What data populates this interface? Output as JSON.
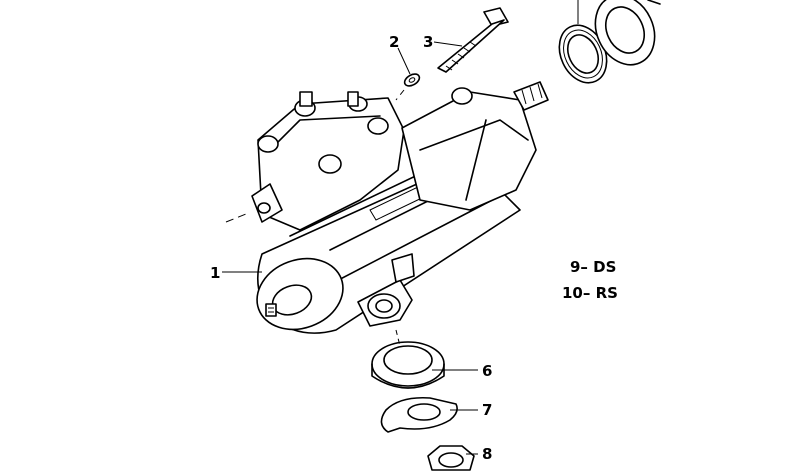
{
  "callouts": [
    {
      "id": "1",
      "label": "1",
      "part": "steering-box"
    },
    {
      "id": "2",
      "label": "2",
      "part": "washer"
    },
    {
      "id": "3",
      "label": "3",
      "part": "bolt"
    },
    {
      "id": "6",
      "label": "6",
      "part": "shaft-seal"
    },
    {
      "id": "7",
      "label": "7",
      "part": "lock-plate"
    },
    {
      "id": "8",
      "label": "8",
      "part": "nut"
    }
  ],
  "legend": [
    {
      "number": "9",
      "code": "DS",
      "text": "9– DS"
    },
    {
      "number": "10",
      "code": "RS",
      "text": "10– RS"
    }
  ]
}
